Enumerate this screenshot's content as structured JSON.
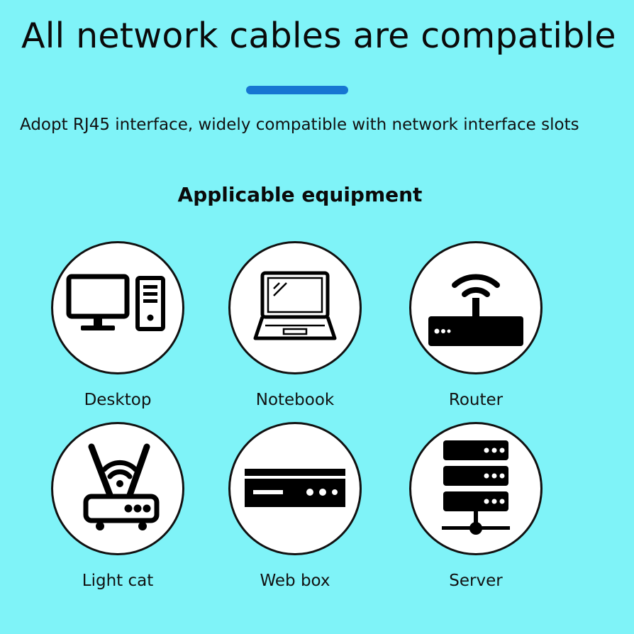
{
  "headline": "All network cables are compatible",
  "subtext": "Adopt RJ45 interface, widely compatible with network interface slots",
  "section_title": "Applicable equipment",
  "colors": {
    "background": "#7FF3F8",
    "accent_bar": "#1676D2",
    "icon": "#000000",
    "circle_fill": "#FFFFFF"
  },
  "devices": [
    {
      "label": "Desktop",
      "icon": "desktop-computer-icon"
    },
    {
      "label": "Notebook",
      "icon": "laptop-icon"
    },
    {
      "label": "Router",
      "icon": "wifi-router-icon"
    },
    {
      "label": "Light cat",
      "icon": "modem-antenna-icon"
    },
    {
      "label": "Web box",
      "icon": "set-top-box-icon"
    },
    {
      "label": "Server",
      "icon": "server-rack-icon"
    }
  ]
}
